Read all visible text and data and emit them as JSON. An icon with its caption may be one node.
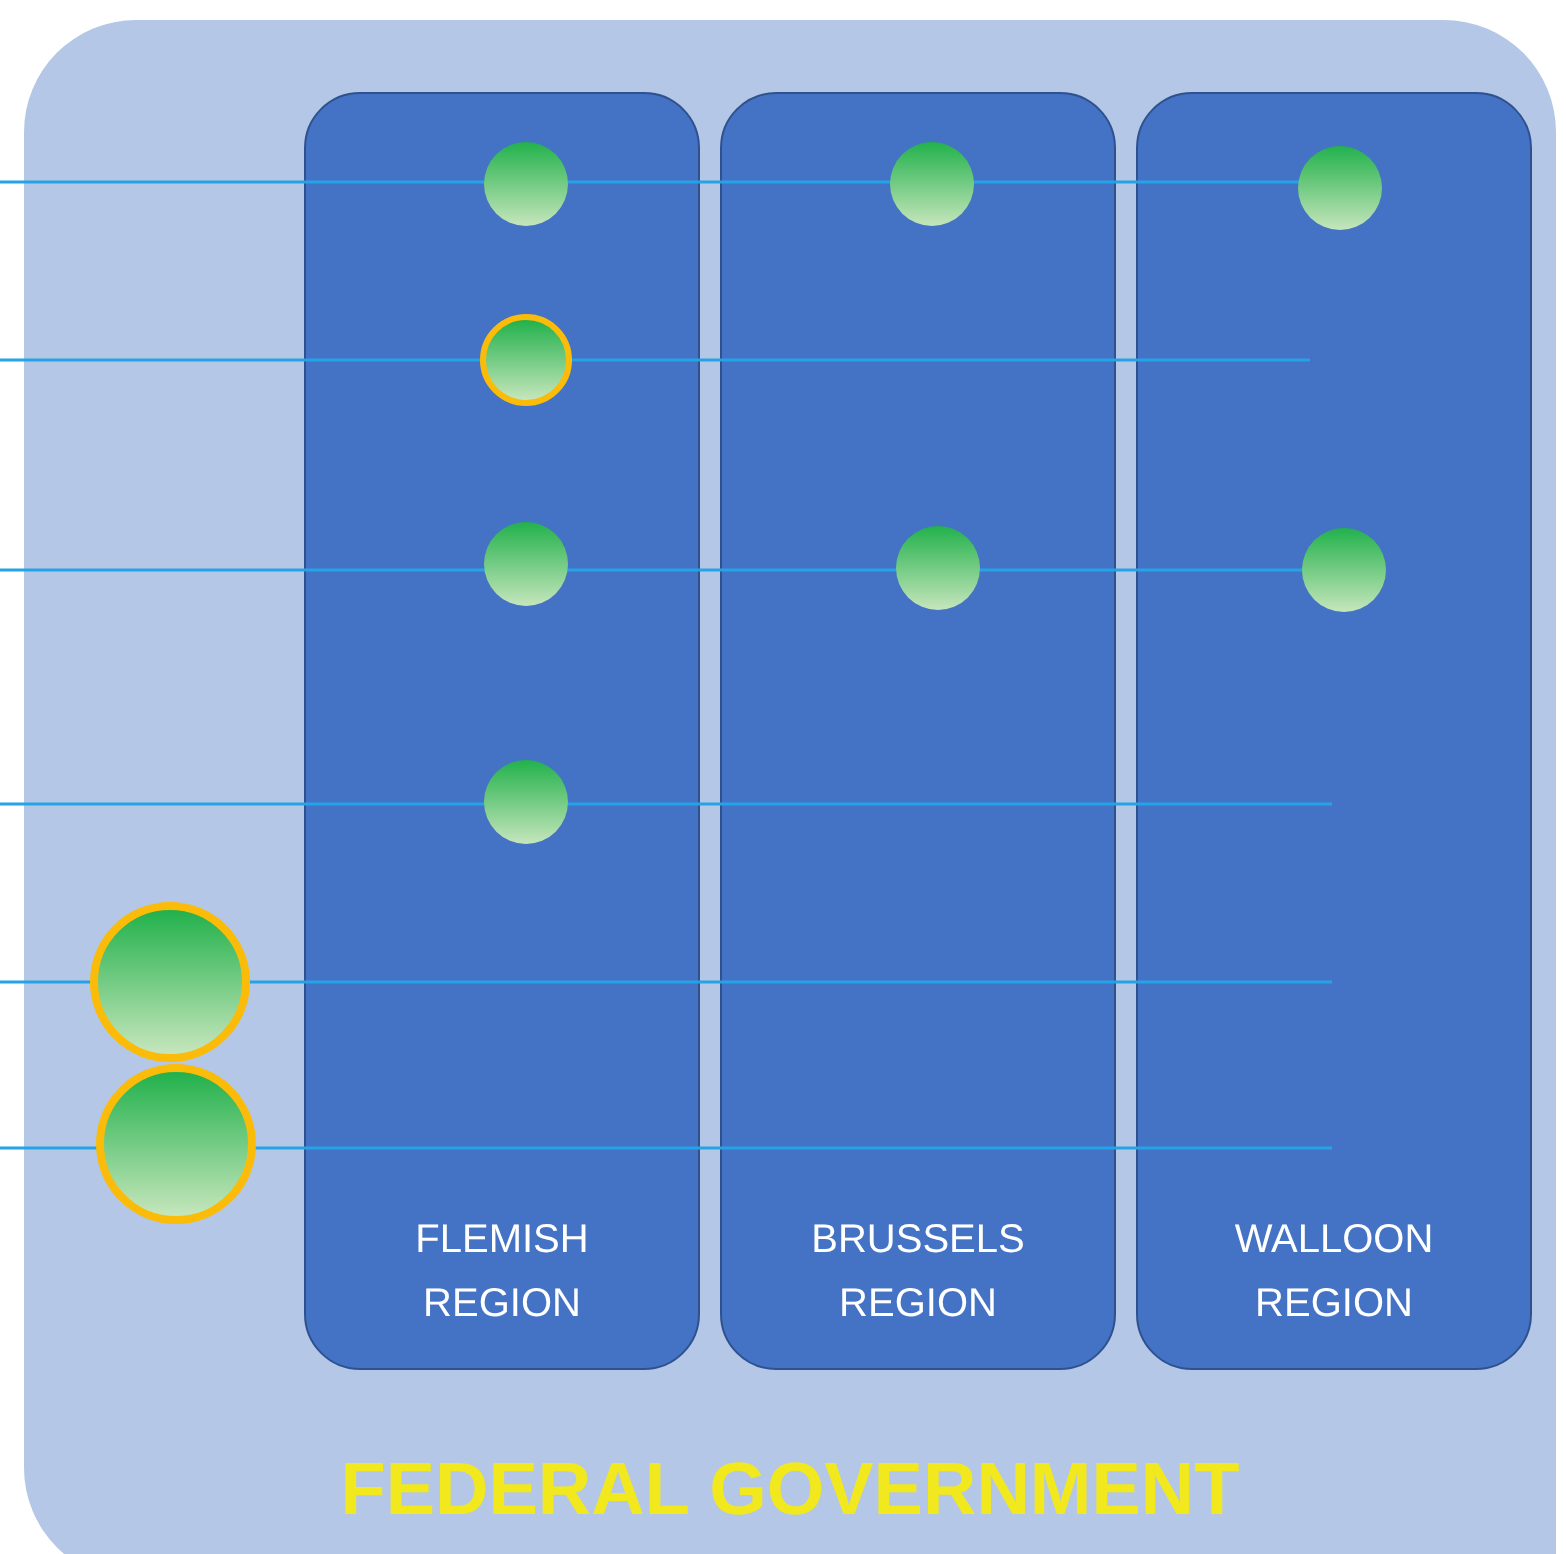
{
  "diagram": {
    "nodes": [
      {
        "text": [
          "FEDERAL GOVERNMENT"
        ]
      },
      {
        "text": [
          "FLEMISH REGION"
        ],
        "in": 0
      },
      {
        "text": [
          "BRUSSELS REGION"
        ],
        "in": 0
      },
      {
        "text": [
          "WALLOON REGION"
        ],
        "in": 0
      },
      {
        "text": [],
        "shape": "circle",
        "in": 1
      },
      {
        "text": [],
        "shape": "circle",
        "in": 2
      },
      {
        "text": [],
        "shape": "circle",
        "in": 3
      },
      {
        "text": [],
        "shape": "circle",
        "in": 1
      },
      {
        "text": [],
        "shape": "circle",
        "in": 1
      },
      {
        "text": [],
        "shape": "circle",
        "in": 2
      },
      {
        "text": [],
        "shape": "circle",
        "in": 3
      },
      {
        "text": [],
        "shape": "circle",
        "in": 1
      },
      {
        "text": [],
        "shape": "circle",
        "in": 0
      },
      {
        "text": [],
        "shape": "circle",
        "in": 0
      }
    ]
  }
}
